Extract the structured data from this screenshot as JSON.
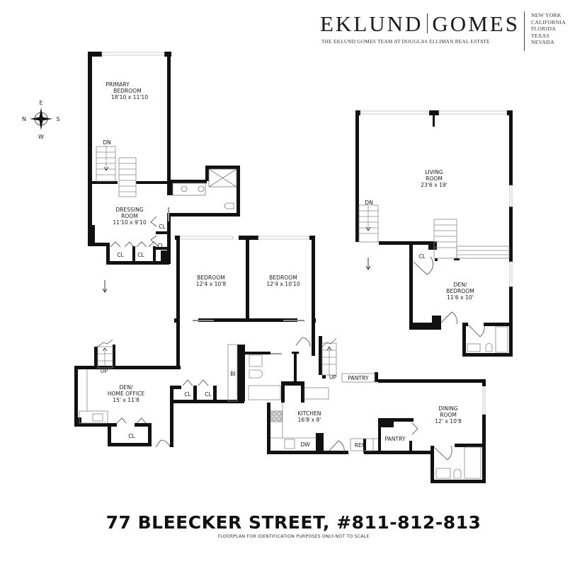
{
  "brand": {
    "name_left": "EKLUND",
    "name_right": "GOMES",
    "tagline": "THE EKLUND GOMES TEAM AT DOUGLAS ELLIMAN REAL ESTATE",
    "states": [
      "NEW YORK",
      "CALIFORNIA",
      "FLORIDA",
      "TEXAS",
      "NEVADA"
    ]
  },
  "compass": {
    "icon": "compass-rose-icon",
    "north": "N",
    "south": "S",
    "east": "E",
    "west": "W"
  },
  "rooms": {
    "primary_bedroom": {
      "name1": "PRIMARY",
      "name2": "BEDROOM",
      "dims": "18'10 x 11'10"
    },
    "dressing_room": {
      "name1": "DRESSING",
      "name2": "ROOM",
      "dims": "11'10 x 9'10"
    },
    "bedroom_1": {
      "name1": "BEDROOM",
      "dims": "12'4 x 10'8"
    },
    "bedroom_2": {
      "name1": "BEDROOM",
      "dims": "12'4 x 10'10"
    },
    "living_room": {
      "name1": "LIVING",
      "name2": "ROOM",
      "dims": "23'6 x 19'"
    },
    "den_bedroom": {
      "name1": "DEN/",
      "name2": "BEDROOM",
      "dims": "11'6 x 10'"
    },
    "den_home_office": {
      "name1": "DEN/",
      "name2": "HOME OFFICE",
      "dims": "15' x 11'8"
    },
    "kitchen": {
      "name1": "KITCHEN",
      "dims": "16'8 x 8'"
    },
    "dining_room": {
      "name1": "DINING",
      "name2": "ROOM",
      "dims": "12' x 10'8"
    }
  },
  "fixtures": {
    "closet": "CL",
    "stairs_down": "DN",
    "stairs_up": "UP",
    "pantry": "PANTRY",
    "dishwasher": "DW",
    "refrigerator": "REF",
    "built_in": "BI"
  },
  "footer": {
    "address": "77 BLEECKER STREET, #811-812-813",
    "disclaimer": "FLOORPLAN FOR IDENTIFICATION PURPOSES ONLY-NOT TO SCALE"
  }
}
